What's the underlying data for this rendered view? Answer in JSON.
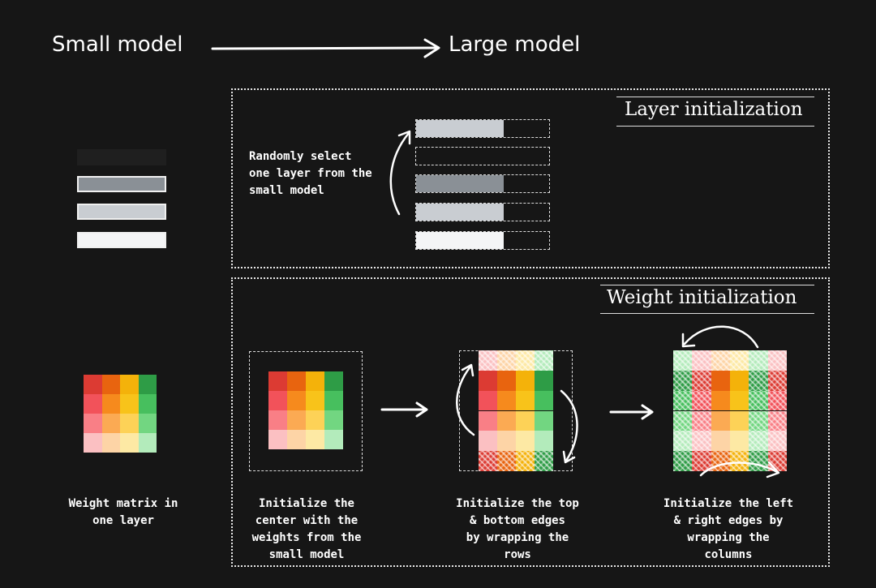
{
  "header": {
    "small_model": "Small model",
    "large_model": "Large model"
  },
  "layer_section": {
    "title": "Layer initialization",
    "note": [
      "Randomly select",
      "one layer from the",
      "small model"
    ]
  },
  "weight_section": {
    "title": "Weight initialization"
  },
  "captions": {
    "weight_matrix": [
      "Weight matrix in",
      "one layer"
    ],
    "center": [
      "Initialize the",
      "center with the",
      "weights from the",
      "small model"
    ],
    "top_bottom": [
      "Initialize the top",
      "& bottom edges",
      "by wrapping the",
      "rows"
    ],
    "left_right": [
      "Initialize the left",
      "& right edges by",
      "wrapping the",
      "columns"
    ]
  },
  "colors": {
    "background": "#161616",
    "layer_dark": "#1f1f1f",
    "layer_mid": "#8a9096",
    "layer_light": "#c9cdd2",
    "layer_white": "#f4f5f6",
    "matrix": [
      [
        "#dc3b33",
        "#e8640f",
        "#f4b20a",
        "#2e9c46"
      ],
      [
        "#f2525a",
        "#f68a1d",
        "#f8c31a",
        "#47bf5e"
      ],
      [
        "#f97f86",
        "#fbaa53",
        "#fdd257",
        "#72d681"
      ],
      [
        "#fbc0c2",
        "#fdd4a6",
        "#fde9a4",
        "#b3ebbb"
      ]
    ]
  }
}
